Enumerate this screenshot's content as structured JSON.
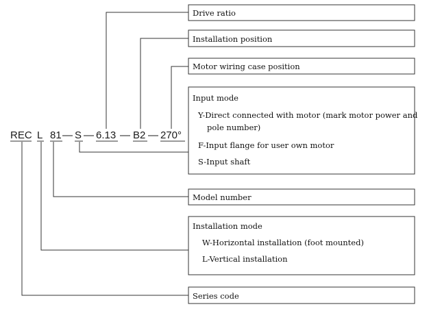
{
  "code": {
    "series": "REC",
    "mode": "L",
    "model": "81",
    "input": "S",
    "ratio": "6.13",
    "position": "B2",
    "wiring": "270°",
    "dash": "—"
  },
  "boxes": {
    "drive_ratio": "Drive ratio",
    "installation_position": "Installation position",
    "motor_wiring": "Motor wiring case position",
    "input_mode": {
      "title": "Input mode",
      "y_line1": "Y-Direct connected with motor (mark motor power and",
      "y_line2": "pole number)",
      "f": "F-Input flange for user own motor",
      "s": "S-Input shaft"
    },
    "model_number": "Model number",
    "installation_mode": {
      "title": "Installation mode",
      "w": "W-Horizontal installation (foot mounted)",
      "l": "L-Vertical installation"
    },
    "series_code": "Series code"
  }
}
